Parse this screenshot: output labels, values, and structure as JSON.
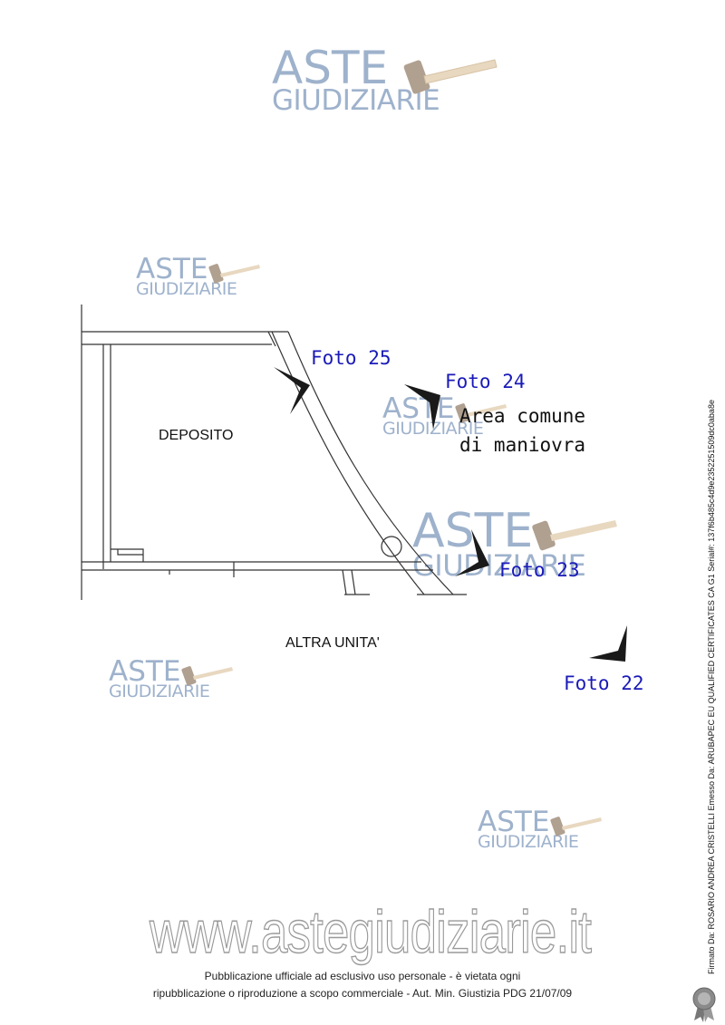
{
  "watermark": {
    "aste": "ASTE",
    "giudiziarie": "GIUDIZIARIE"
  },
  "plan": {
    "deposito": "DEPOSITO",
    "altra_unita": "ALTRA UNITA'",
    "area_comune": [
      "Area comune",
      "di maniovra"
    ]
  },
  "photo_markers": {
    "f25": "Foto 25",
    "f24": "Foto 24",
    "f23": "Foto 23",
    "f22": "Foto 22"
  },
  "site": {
    "url": "www.astegiudiziarie.it"
  },
  "footer": {
    "line1": "Pubblicazione ufficiale ad esclusivo uso personale - è vietata ogni",
    "line2": "ripubblicazione o riproduzione a scopo commerciale - Aut. Min. Giustizia PDG 21/07/09"
  },
  "signature_note": "Firmato Da: ROSARIO ANDREA CRISTELLI Emesso Da: ARUBAPEC EU QUALIFIED CERTIFICATES CA G1 Serial#: 137f6b485c4d9e2352251509dc0aba8e"
}
